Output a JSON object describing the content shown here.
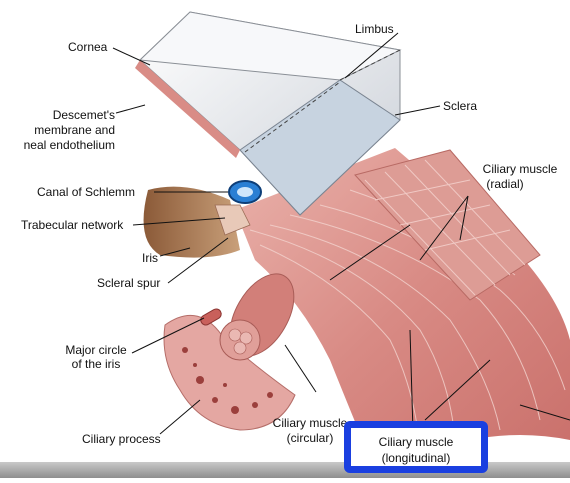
{
  "labels": {
    "cornea": "Cornea",
    "limbus": "Limbus",
    "sclera": "Sclera",
    "descemet_1": "Descemet's",
    "descemet_2": "membrane and",
    "descemet_3": "neal endothelium",
    "canal_of_schlemm": "Canal of Schlemm",
    "trabecular_network": "Trabecular network",
    "iris": "Iris",
    "scleral_spur": "Scleral spur",
    "major_circle_1": "Major circle",
    "major_circle_2": "of the iris",
    "ciliary_process": "Ciliary process",
    "ciliary_muscle_circular_1": "Ciliary muscle",
    "ciliary_muscle_circular_2": "(circular)",
    "ciliary_muscle_radial_1": "Ciliary muscle",
    "ciliary_muscle_radial_2": "(radial)",
    "ciliary_muscle_longitudinal_1": "Ciliary muscle",
    "ciliary_muscle_longitudinal_2": "(longitudinal)"
  },
  "colors": {
    "highlight_box": "#1a3fe0",
    "muscle": "#d98c86",
    "sclera": "#eef0f3",
    "canal": "#2a7fd4"
  }
}
